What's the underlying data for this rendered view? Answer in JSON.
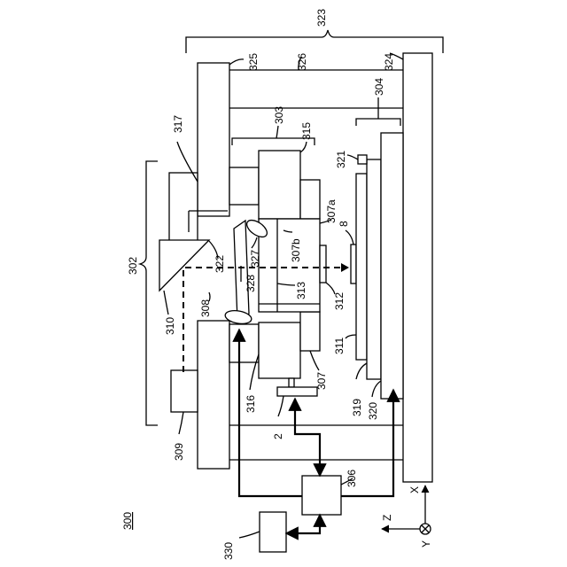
{
  "labels": {
    "l300": "300",
    "l323": "323",
    "l325": "325",
    "l326": "326",
    "l324": "324",
    "l304": "304",
    "l303": "303",
    "l315": "315",
    "l317": "317",
    "l321": "321",
    "l307a": "307a",
    "l8": "8",
    "l302": "302",
    "l322": "322",
    "l327": "327",
    "l307b": "307b",
    "l308": "308",
    "l328": "328",
    "l313": "313",
    "l312": "312",
    "l310": "310",
    "l311": "311",
    "l307": "307",
    "l316": "316",
    "l319": "319",
    "l320": "320",
    "l309": "309",
    "l2": "2",
    "l306": "306",
    "l330": "330",
    "axis_x": "X",
    "axis_z": "Z",
    "axis_y": "Y"
  }
}
